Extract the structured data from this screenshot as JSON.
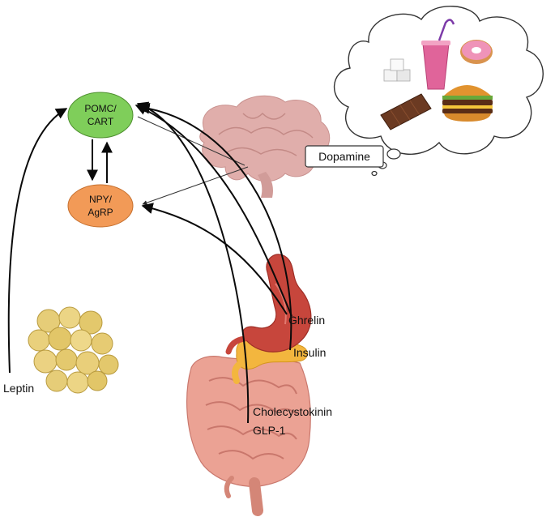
{
  "nodes": {
    "pomc": {
      "line1": "POMC/",
      "line2": "CART",
      "color": "#7fce5a"
    },
    "npy": {
      "line1": "NPY/",
      "line2": "AgRP",
      "color": "#f29a57"
    }
  },
  "labels": {
    "dopamine": "Dopamine",
    "ghrelin": "Ghrelin",
    "insulin": "Insulin",
    "cholecystokinin": "Cholecystokinin",
    "glp1": "GLP-1",
    "leptin": "Leptin"
  },
  "organs": {
    "brain": "brain-icon",
    "stomach": "stomach-icon",
    "pancreas": "pancreas-icon",
    "intestine": "intestine-icon",
    "fat": "adipose-tissue-icon",
    "thought": "thought-bubble-icon"
  },
  "colors": {
    "brain": "#d99896",
    "stomach": "#c7463c",
    "pancreas": "#f2b436",
    "intestine": "#e59b8d",
    "fat": "#e7cd78"
  }
}
